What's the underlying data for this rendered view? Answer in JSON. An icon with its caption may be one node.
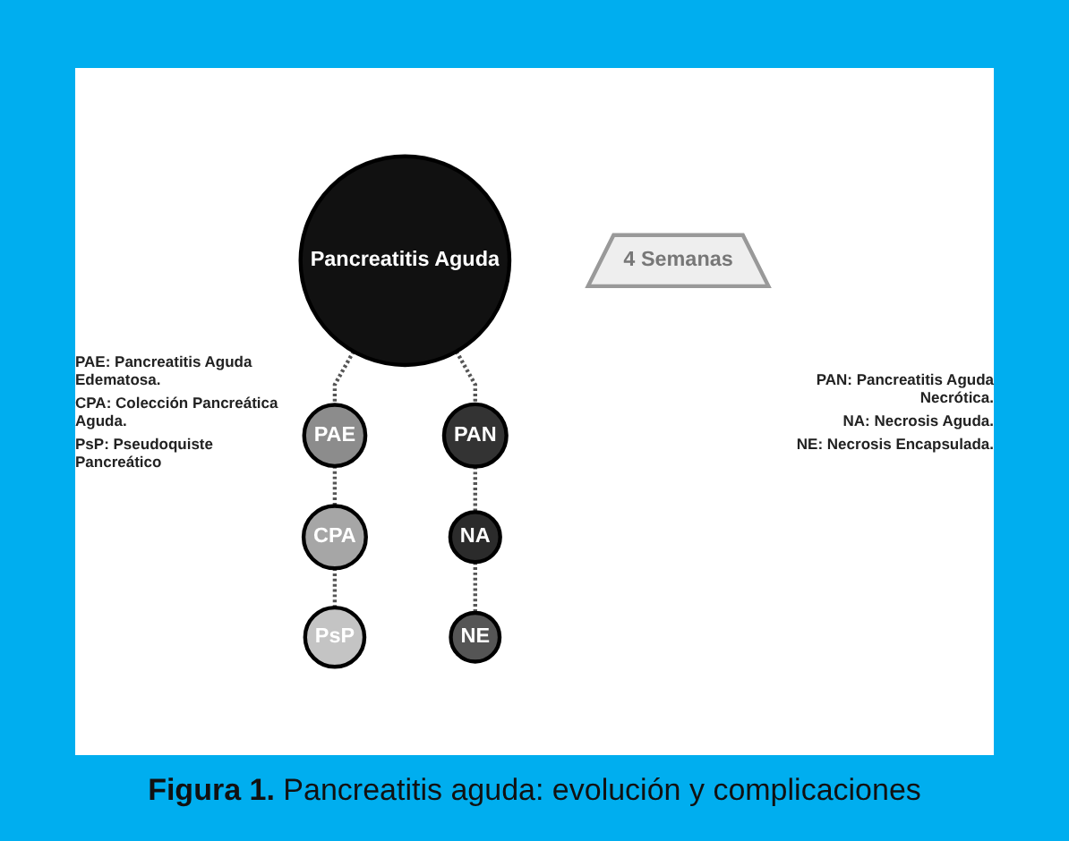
{
  "diagram": {
    "caption": "**Figura 1.** Pancreatitis aguda: evolución y complicaciones",
    "nodes": [
      {
        "text": [
          "Pancreatitis Aguda"
        ]
      },
      {
        "text": [
          "PAE"
        ]
      },
      {
        "text": [
          "PAN"
        ]
      },
      {
        "text": [
          "CPA"
        ]
      },
      {
        "text": [
          "NA"
        ]
      },
      {
        "text": [
          "4 Semanas"
        ]
      },
      {
        "text": [
          "PsP"
        ]
      },
      {
        "text": [
          "NE"
        ]
      }
    ],
    "edges": [
      {
        "from": 0,
        "to": 1,
        "arrow": "none",
        "style": "dashed"
      },
      {
        "from": 0,
        "to": 2,
        "arrow": "none",
        "style": "dashed"
      },
      {
        "from": 1,
        "to": 3,
        "arrow": "none",
        "style": "dashed"
      },
      {
        "from": 2,
        "to": 4,
        "arrow": "none",
        "style": "dashed"
      },
      {
        "from": 3,
        "to": 6,
        "arrow": "none",
        "style": "dashed"
      },
      {
        "from": 4,
        "to": 7,
        "arrow": "none",
        "style": "dashed"
      }
    ],
    "labels": [
      "PAE: Pancreatitis Aguda Edematosa.",
      "CPA: Colección Pancreática Aguda.",
      "PsP: Pseudoquiste Pancreático",
      "PAN: Pancreatitis Aguda Necrótica.",
      "NA: Necrosis Aguda.",
      "NE: Necrosis Encapsulada."
    ]
  }
}
